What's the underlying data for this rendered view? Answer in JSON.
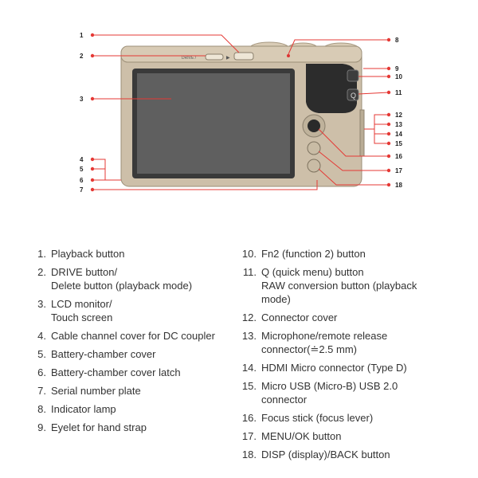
{
  "diagram": {
    "callout_color": "#e53935",
    "body_color": "#cdbfa9",
    "grip_color": "#2c2c2c",
    "screen_color": "#5a5a5a",
    "labels": [
      "1",
      "2",
      "3",
      "4",
      "5",
      "6",
      "7",
      "8",
      "9",
      "10",
      "11",
      "12",
      "13",
      "14",
      "15",
      "16",
      "17",
      "18"
    ],
    "button_text": {
      "drive": "DRIVE / "
    }
  },
  "legend": {
    "left": [
      {
        "n": "1.",
        "lines": [
          "Playback button"
        ]
      },
      {
        "n": "2.",
        "lines": [
          "DRIVE button/",
          "Delete button (playback mode)"
        ]
      },
      {
        "n": "3.",
        "lines": [
          "LCD monitor/",
          "Touch screen"
        ]
      },
      {
        "n": "4.",
        "lines": [
          "Cable channel cover for DC coupler"
        ]
      },
      {
        "n": "5.",
        "lines": [
          "Battery-chamber cover"
        ]
      },
      {
        "n": "6.",
        "lines": [
          "Battery-chamber cover latch"
        ]
      },
      {
        "n": "7.",
        "lines": [
          "Serial number plate"
        ]
      },
      {
        "n": "8.",
        "lines": [
          "Indicator lamp"
        ]
      },
      {
        "n": "9.",
        "lines": [
          "Eyelet for hand strap"
        ]
      }
    ],
    "right": [
      {
        "n": "10.",
        "lines": [
          "Fn2 (function 2) button"
        ]
      },
      {
        "n": "11.",
        "lines": [
          "Q (quick menu) button",
          "RAW conversion button (playback mode)"
        ]
      },
      {
        "n": "12.",
        "lines": [
          "Connector cover"
        ]
      },
      {
        "n": "13.",
        "lines": [
          "Microphone/remote release connector(≐2.5 mm)"
        ]
      },
      {
        "n": "14.",
        "lines": [
          "HDMI Micro connector (Type D)"
        ]
      },
      {
        "n": "15.",
        "lines": [
          "Micro USB (Micro-B) USB 2.0 connector"
        ]
      },
      {
        "n": "16.",
        "lines": [
          "Focus stick (focus lever)"
        ]
      },
      {
        "n": "17.",
        "lines": [
          "MENU/OK button"
        ]
      },
      {
        "n": "18.",
        "lines": [
          "DISP (display)/BACK button"
        ]
      }
    ]
  }
}
